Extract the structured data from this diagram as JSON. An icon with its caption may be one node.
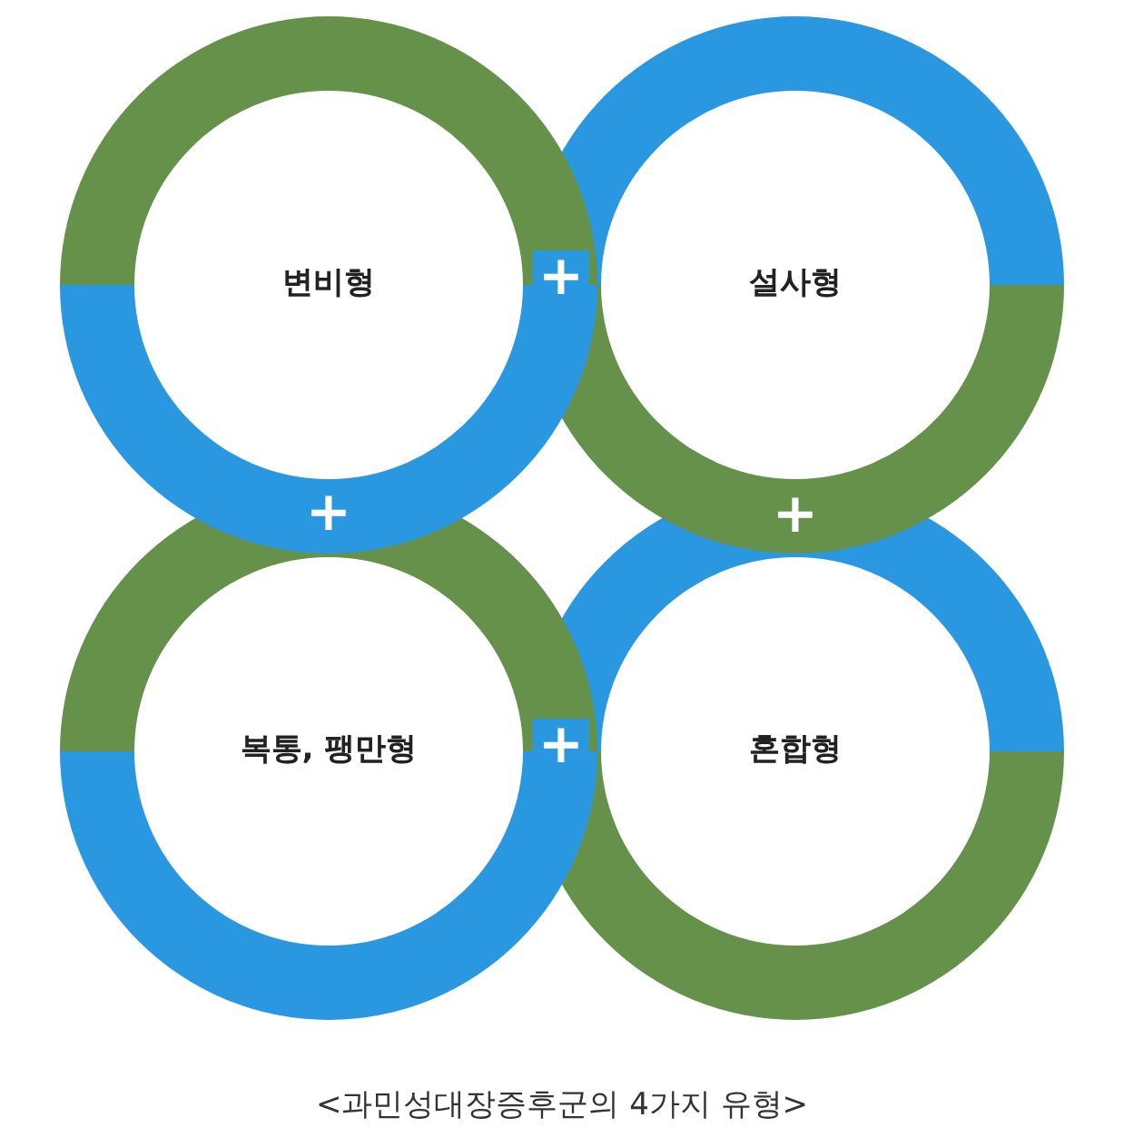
{
  "diagram": {
    "caption": "<과민성대장증후군의 4가지 유형>",
    "nodes": [
      {
        "text": [
          "변비형"
        ]
      },
      {
        "text": [
          "설사형"
        ]
      },
      {
        "text": [
          "복통, 팽만형"
        ]
      },
      {
        "text": [
          "혼합형"
        ]
      }
    ],
    "labels": [
      "+",
      "+",
      "+",
      "+"
    ]
  }
}
